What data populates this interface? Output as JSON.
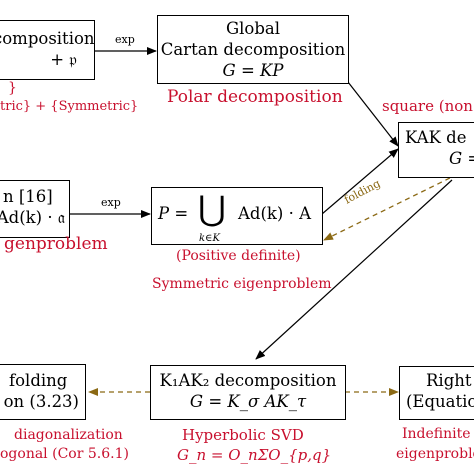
{
  "nodes": {
    "lie_decomposition": {
      "line1": "composition",
      "line2": "+ 𝔭"
    },
    "global_cartan": {
      "line1": "Global",
      "line2": "Cartan decomposition",
      "line3": "G = KP"
    },
    "kak": {
      "line1": "KAK de",
      "line2": "G ="
    },
    "ref16": {
      "line1": "n [16]",
      "line2": "Ad(k) · 𝔞"
    },
    "p_union": {
      "lhs": "P =",
      "union": "⋃",
      "rhs": "Ad(k) · A",
      "sub": "k∈K"
    },
    "folding_left": {
      "line1": "folding",
      "line2": "on (3.23)"
    },
    "k1ak2": {
      "line1": "K₁AK₂ decomposition",
      "line2": "G = K_σ AK_τ"
    },
    "right": {
      "line1": "Right",
      "line2": "(Equatio"
    }
  },
  "red_labels": {
    "brace": "}",
    "skew_sym": "tric} + {Symmetric}",
    "polar": "Polar decomposition",
    "genproblem": "genproblem",
    "positive_definite": "(Positive definite)",
    "symmetric_eigen": "Symmetric eigenproblem",
    "square": "square (non",
    "diag": "diagonalization",
    "ogonal": "ogonal (Cor 5.6.1)",
    "hyperbolic_svd": "Hyperbolic SVD",
    "gn": "G_n = O_nΣO_{p,q}",
    "indefinite": "Indefinite",
    "eigenprobl": "eigenproble"
  },
  "edge_labels": {
    "exp_top": "exp",
    "exp_mid": "exp",
    "folding": "folding"
  },
  "colors": {
    "red": "#c8102e",
    "dashed": "#8b6914",
    "line": "#000000"
  }
}
